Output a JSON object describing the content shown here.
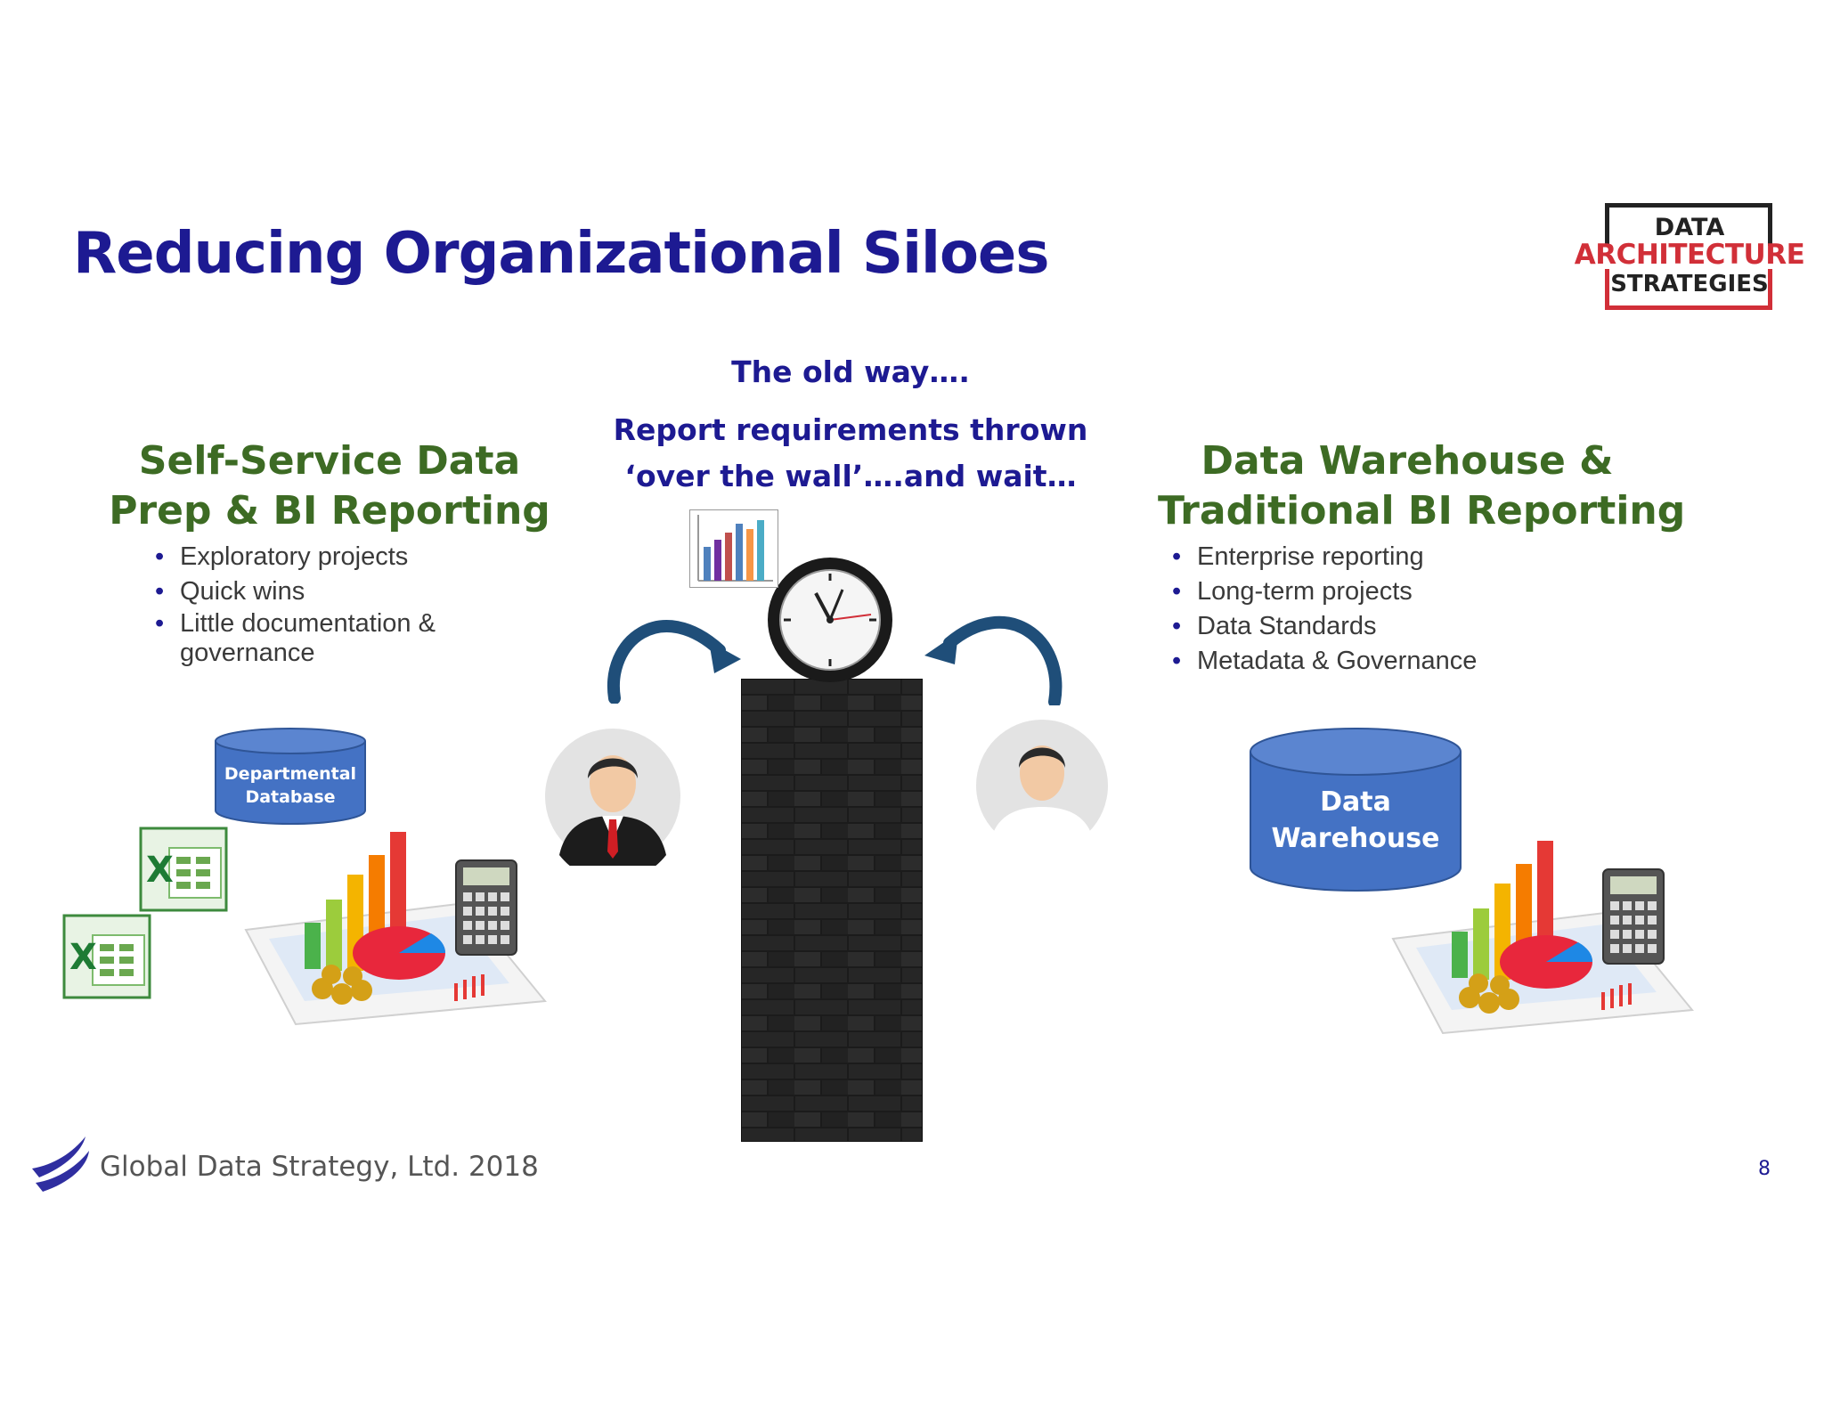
{
  "slide": {
    "title": "Reducing Organizational Siloes",
    "page_number": "8",
    "footer": "Global Data Strategy, Ltd. 2018",
    "logo": {
      "line1": "DATA",
      "line2": "ARCHITECTURE",
      "line3": "STRATEGIES"
    },
    "center": {
      "old_way": "The old way….",
      "report_line1": "Report requirements thrown",
      "report_line2": "‘over the wall’….and wait…"
    },
    "left": {
      "heading_line1": "Self-Service Data",
      "heading_line2": "Prep & BI Reporting",
      "bullets": [
        "Exploratory projects",
        "Quick wins",
        "Little documentation & governance"
      ],
      "database_line1": "Departmental",
      "database_line2": "Database"
    },
    "right": {
      "heading_line1": "Data Warehouse &",
      "heading_line2": "Traditional BI Reporting",
      "bullets": [
        "Enterprise reporting",
        "Long-term projects",
        "Data Standards",
        "Metadata & Governance"
      ],
      "database_line1": "Data",
      "database_line2": "Warehouse"
    },
    "colors": {
      "title": "#1d1a92",
      "heading_green": "#3d6b24",
      "cylinder_blue": "#4472c4",
      "arrow_blue": "#1f4e79",
      "logo_red": "#d12f38"
    },
    "icons": [
      "clock-icon",
      "brick-wall",
      "businessman-avatar",
      "analyst-avatar",
      "excel-icon",
      "bar-chart-icon",
      "calculator-icon",
      "pie-chart-icon"
    ]
  }
}
